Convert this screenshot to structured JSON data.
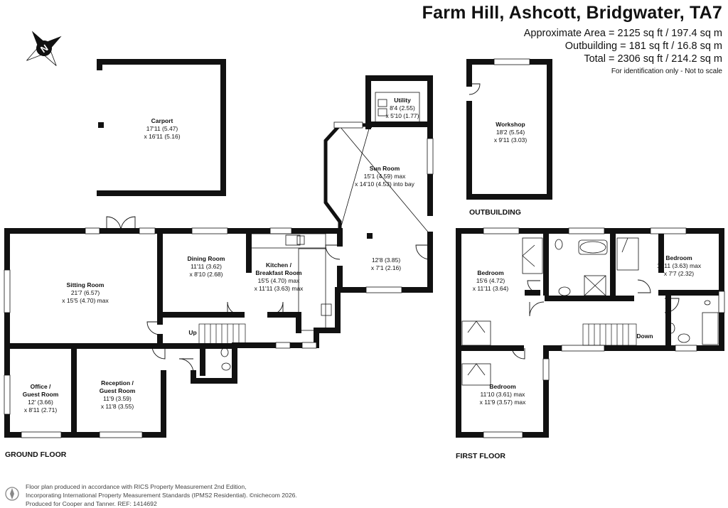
{
  "header": {
    "title": "Farm Hill, Ashcott, Bridgwater, TA7",
    "approx_area": "Approximate Area = 2125 sq ft / 197.4 sq m",
    "outbuilding_area": "Outbuilding = 181 sq ft / 16.8 sq m",
    "total_area": "Total = 2306 sq ft / 214.2 sq m",
    "note": "For identification only - Not to scale"
  },
  "floors": {
    "ground": "GROUND FLOOR",
    "first": "FIRST FLOOR",
    "outbuilding": "OUTBUILDING"
  },
  "compass": "N",
  "rooms": {
    "carport": {
      "name": "Carport",
      "dim1": "17'11 (5.47)",
      "dim2": "x 16'11 (5.16)"
    },
    "utility": {
      "name": "Utility",
      "dim1": "8'4 (2.55)",
      "dim2": "x 5'10 (1.77)"
    },
    "sun_room": {
      "name": "Sun Room",
      "dim1": "15'1 (4.59) max",
      "dim2": "x 14'10 (4.53) into bay"
    },
    "sun_room_annex": {
      "dim1": "12'8 (3.85)",
      "dim2": "x 7'1 (2.16)"
    },
    "workshop": {
      "name": "Workshop",
      "dim1": "18'2 (5.54)",
      "dim2": "x 9'11 (3.03)"
    },
    "sitting_room": {
      "name": "Sitting Room",
      "dim1": "21'7 (6.57)",
      "dim2": "x 15'5 (4.70) max"
    },
    "dining_room": {
      "name": "Dining Room",
      "dim1": "11'11 (3.62)",
      "dim2": "x 8'10 (2.68)"
    },
    "kitchen": {
      "name1": "Kitchen /",
      "name2": "Breakfast Room",
      "dim1": "15'5 (4.70) max",
      "dim2": "x 11'11 (3.63) max"
    },
    "office": {
      "name1": "Office /",
      "name2": "Guest Room",
      "dim1": "12' (3.66)",
      "dim2": "x 8'11 (2.71)"
    },
    "reception": {
      "name1": "Reception /",
      "name2": "Guest Room",
      "dim1": "11'9 (3.59)",
      "dim2": "x 11'8 (3.55)"
    },
    "bedroom1": {
      "name": "Bedroom",
      "dim1": "15'6 (4.72)",
      "dim2": "x 11'11 (3.64)"
    },
    "bedroom2": {
      "name": "Bedroom",
      "dim1": "11'11 (3.63) max",
      "dim2": "x 7'7 (2.32)"
    },
    "bedroom3": {
      "name": "Bedroom",
      "dim1": "11'10 (3.61) max",
      "dim2": "x 11'9 (3.57) max"
    }
  },
  "stairs": {
    "up": "Up",
    "down": "Down"
  },
  "footer": {
    "line1": "Floor plan produced in accordance with RICS Property Measurement 2nd Edition,",
    "line2": "Incorporating International Property Measurement Standards (IPMS2 Residential). ©nichecom 2026.",
    "line3": "Produced for Cooper and Tanner.   REF:  1414692"
  }
}
